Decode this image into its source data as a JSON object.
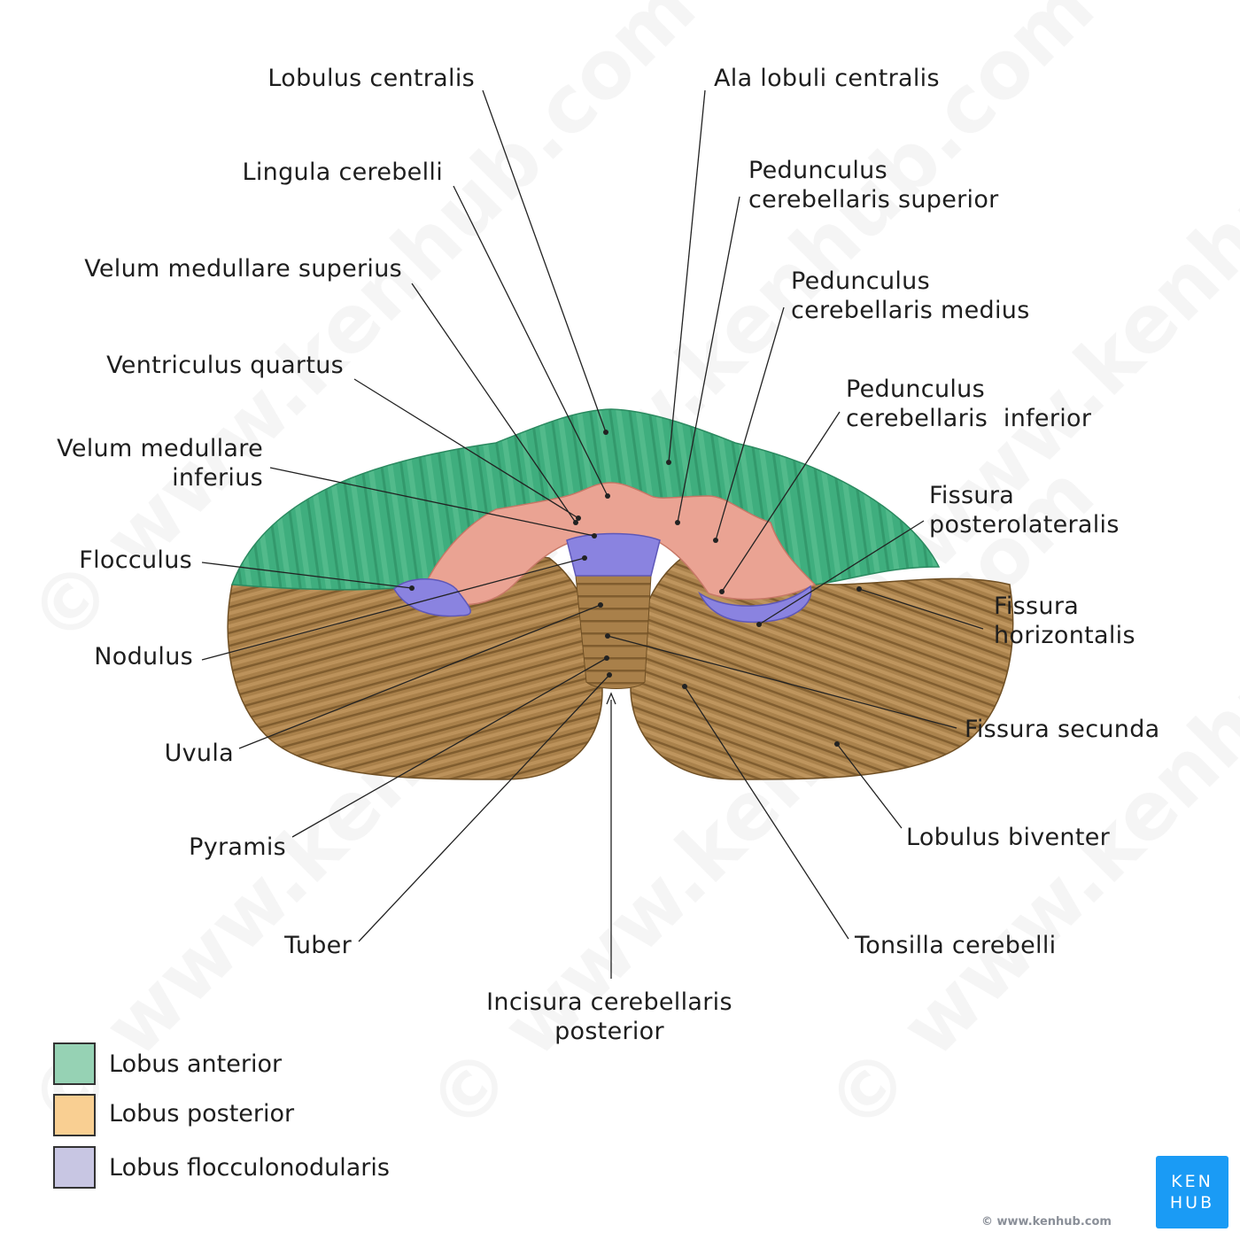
{
  "figure": {
    "labels_left": [
      {
        "id": "lobulus-centralis",
        "text": "Lobulus centralis"
      },
      {
        "id": "lingula-cerebelli",
        "text": "Lingula cerebelli"
      },
      {
        "id": "velum-medullare-superius",
        "text": "Velum medullare superius"
      },
      {
        "id": "ventriculus-quartus",
        "text": "Ventriculus quartus"
      },
      {
        "id": "velum-medullare-inferius",
        "text": "Velum medullare\ninferius"
      },
      {
        "id": "flocculus",
        "text": "Flocculus"
      },
      {
        "id": "nodulus",
        "text": "Nodulus"
      },
      {
        "id": "uvula",
        "text": "Uvula"
      },
      {
        "id": "pyramis",
        "text": "Pyramis"
      },
      {
        "id": "tuber",
        "text": "Tuber"
      }
    ],
    "labels_right": [
      {
        "id": "ala-lobuli-centralis",
        "text": "Ala lobuli centralis"
      },
      {
        "id": "pedunculus-superior",
        "text": "Pedunculus\ncerebellaris superior"
      },
      {
        "id": "pedunculus-medius",
        "text": "Pedunculus\ncerebellaris medius"
      },
      {
        "id": "pedunculus-inferior",
        "text": "Pedunculus\ncerebellaris  inferior"
      },
      {
        "id": "fissura-posterolateralis",
        "text": "Fissura\nposterolateralis"
      },
      {
        "id": "fissura-horizontalis",
        "text": "Fissura\nhorizontalis"
      },
      {
        "id": "fissura-secunda",
        "text": "Fissura secunda"
      },
      {
        "id": "lobulus-biventer",
        "text": "Lobulus biventer"
      },
      {
        "id": "tonsilla-cerebelli",
        "text": "Tonsilla cerebelli"
      }
    ],
    "label_bottom": {
      "id": "incisura-cerebellaris-posterior",
      "text": "Incisura cerebellaris\nposterior"
    }
  },
  "legend": [
    {
      "label": "Lobus anterior",
      "color": "#96d2b4"
    },
    {
      "label": "Lobus posterior",
      "color": "#f9cf92"
    },
    {
      "label": "Lobus flocculonodularis",
      "color": "#c8c6e3"
    }
  ],
  "colors": {
    "anterior": "#3fae7e",
    "posterior": "#a9804a",
    "flocculonodular": "#8a83e0",
    "ventricle": "#eaa393",
    "brand": "#1a9bf5"
  },
  "brand": {
    "logo_line1": "KEN",
    "logo_line2": "HUB",
    "copyright": "© www.kenhub.com",
    "watermark": "© www.kenhub.com"
  }
}
